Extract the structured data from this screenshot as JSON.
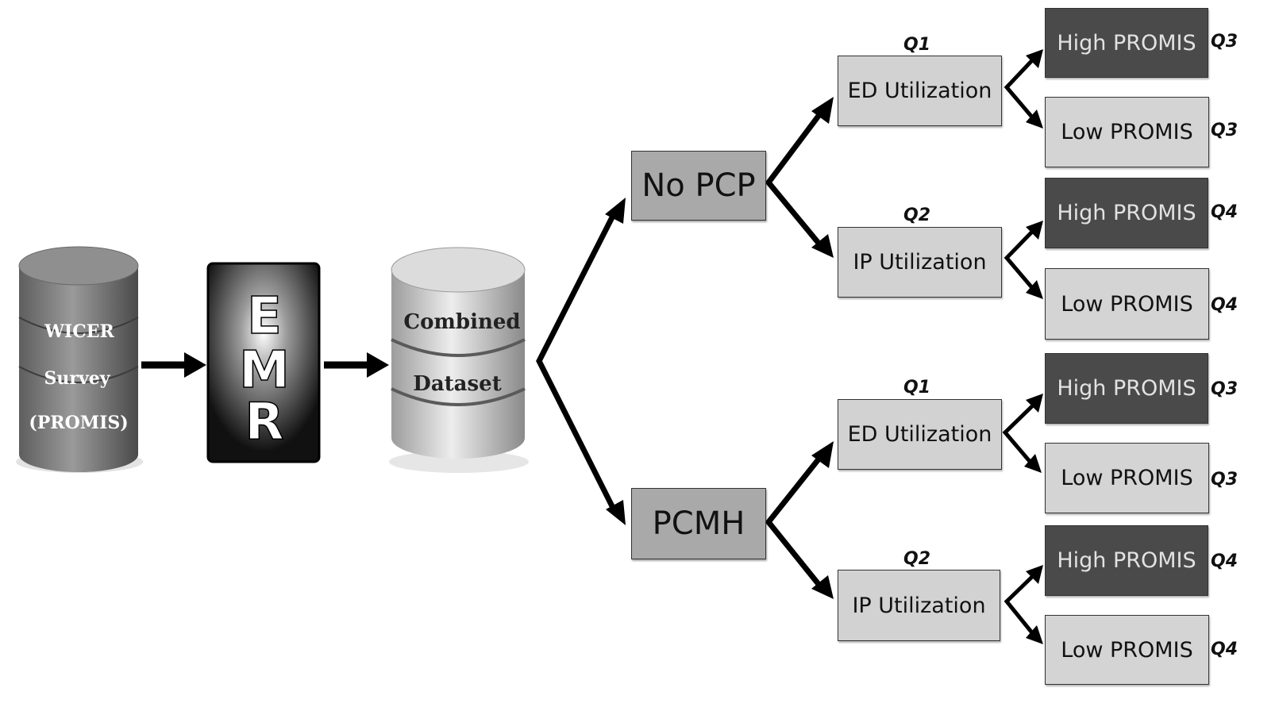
{
  "source": {
    "lines": [
      "WICER",
      "Survey",
      "(PROMIS)"
    ]
  },
  "emr": {
    "letters": [
      "E",
      "M",
      "R"
    ]
  },
  "combined": {
    "lines": [
      "Combined",
      "Dataset"
    ]
  },
  "groups": [
    {
      "label": "No PCP",
      "branches": [
        {
          "question": "Q1",
          "label": "ED Utilization",
          "outcomes": [
            {
              "label": "High PROMIS",
              "question": "Q3",
              "level": "high"
            },
            {
              "label": "Low PROMIS",
              "question": "Q3",
              "level": "low"
            }
          ]
        },
        {
          "question": "Q2",
          "label": "IP Utilization",
          "outcomes": [
            {
              "label": "High PROMIS",
              "question": "Q4",
              "level": "high"
            },
            {
              "label": "Low PROMIS",
              "question": "Q4",
              "level": "low"
            }
          ]
        }
      ]
    },
    {
      "label": "PCMH",
      "branches": [
        {
          "question": "Q1",
          "label": "ED Utilization",
          "outcomes": [
            {
              "label": "High PROMIS",
              "question": "Q3",
              "level": "high"
            },
            {
              "label": "Low PROMIS",
              "question": "Q3",
              "level": "low"
            }
          ]
        },
        {
          "question": "Q2",
          "label": "IP Utilization",
          "outcomes": [
            {
              "label": "High PROMIS",
              "question": "Q4",
              "level": "high"
            },
            {
              "label": "Low PROMIS",
              "question": "Q4",
              "level": "low"
            }
          ]
        }
      ]
    }
  ],
  "colors": {
    "high_promis": "#4a4a4a",
    "low_promis": "#d4d4d4",
    "utilization": "#d2d2d2",
    "group": "#a9a9a9"
  }
}
